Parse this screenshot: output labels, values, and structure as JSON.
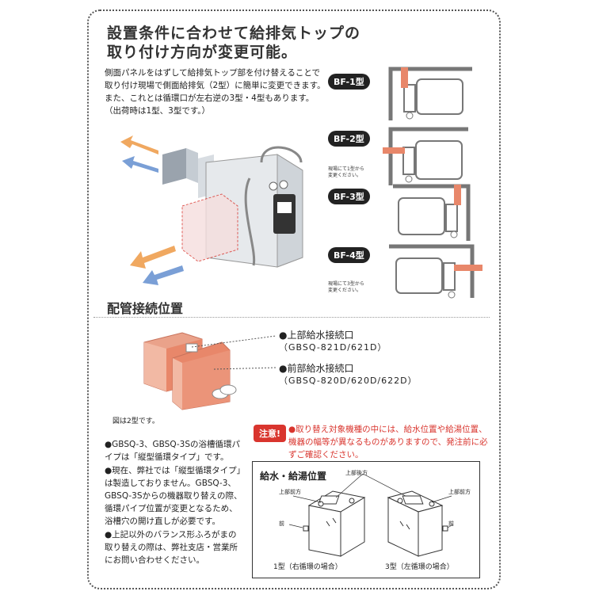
{
  "title": {
    "line1": "設置条件に合わせて給排気トップの",
    "line2": "取り付け方向が変更可能。"
  },
  "intro": {
    "p1": "側面パネルをはずして給排気トップ部を付け替えることで取り付け現場で側面給排気（2型）に簡単に変更できます。",
    "p2": "また、これとは循環口が左右逆の3型・4型もあります。（出荷時は1型、3型です。）"
  },
  "bf": {
    "t1": "BF-1型",
    "t2": "BF-2型",
    "t3": "BF-3型",
    "t4": "BF-4型",
    "note2": [
      "現場にて1型から",
      "変更ください。"
    ],
    "note4": [
      "現場にて3型から",
      "変更ください。"
    ]
  },
  "section2": "配管接続位置",
  "connections": {
    "upper": "●上部給水接続口",
    "upper_models": "（GBSQ-821D/621D）",
    "front": "●前部給水接続口",
    "front_models": "（GBSQ-820D/620D/622D）"
  },
  "fig_note": "図は2型です。",
  "bullets": [
    "●GBSQ-3、GBSQ-3Sの浴槽循環パイプは「縦型循環タイプ」です。",
    "●現在、弊社では「縦型循環タイプ」は製造しておりません。GBSQ-3、GBSQ-3Sからの機器取り替えの際、循環パイプ位置が変更となるため、浴槽穴の開け直しが必要です。",
    "●上記以外のバランス形ふろがまの取り替えの際は、弊社支店・営業所にお問い合わせください。"
  ],
  "caution": {
    "badge": "注意!",
    "text": "●取り替え対象機種の中には、給水位置や給湯位置、機器の幅等が異なるものがありますので、発注前に必ずご確認ください。"
  },
  "supply": {
    "title": "給水・給湯位置",
    "top_rear": "上部後方",
    "top_front_l": "上部前方",
    "top_front_r": "上部前方",
    "front_l": "前",
    "front_r": "前",
    "cap1": "1型（右循環の場合）",
    "cap3": "3型（左循環の場合）"
  },
  "colors": {
    "accent": "#d9352e",
    "salmon": "#e8876a",
    "orange": "#f0a860",
    "blue": "#7a9fd6"
  }
}
